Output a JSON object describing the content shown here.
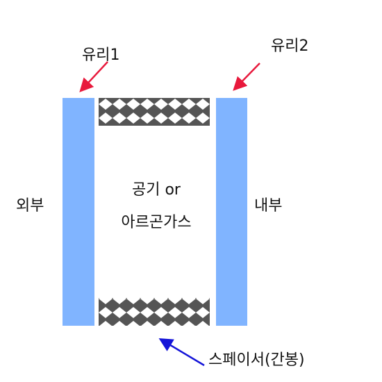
{
  "labels": {
    "glass1": "유리1",
    "glass2": "유리2",
    "outside": "외부",
    "inside": "내부",
    "gas_line1": "공기 or",
    "gas_line2": "아르곤가스",
    "spacer": "스페이서(간봉)"
  },
  "colors": {
    "glass": "#80b4ff",
    "spacer_fill": "#555555",
    "spacer_pattern": "#ffffff",
    "glass_arrow": "#e8193c",
    "spacer_arrow": "#1414d8",
    "text": "#111111"
  },
  "icons": {
    "glass_arrow": "arrow-icon",
    "spacer_arrow": "arrow-icon"
  }
}
